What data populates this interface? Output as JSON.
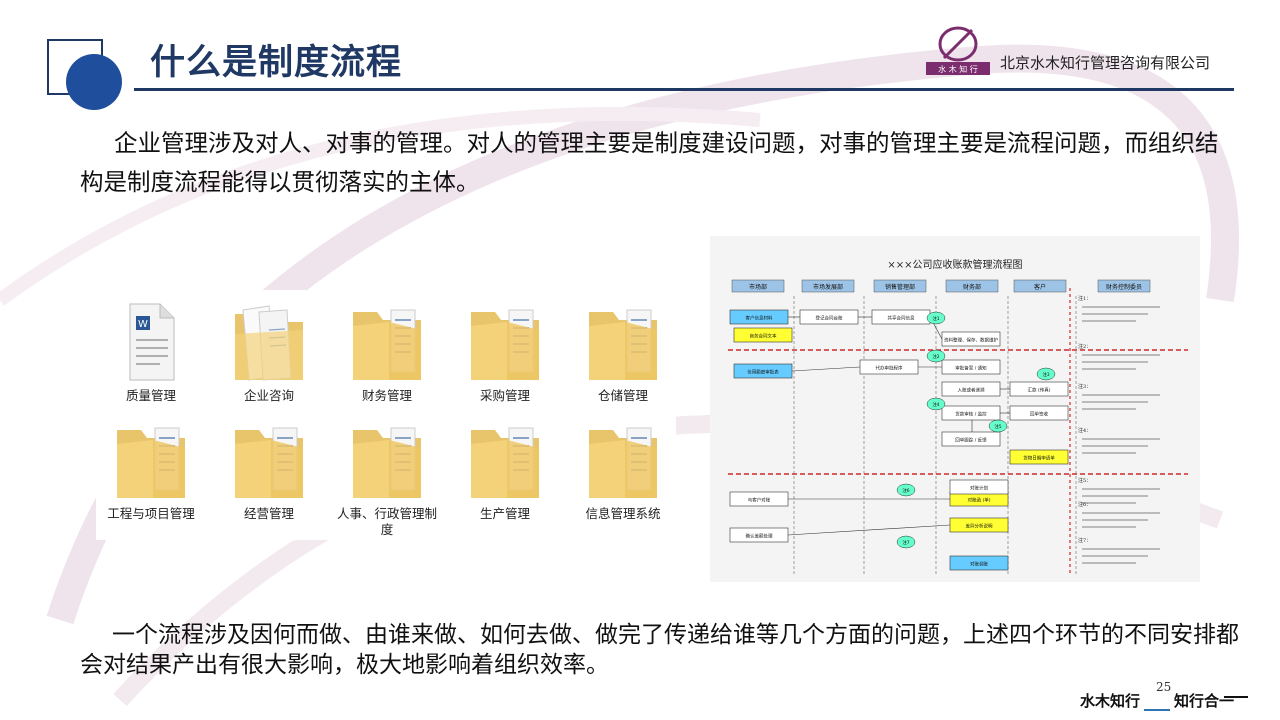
{
  "header": {
    "title": "什么是制度流程",
    "company": "北京水木知行管理咨询有限公司",
    "logo_text": "水 木 知 行"
  },
  "paragraphs": {
    "intro": "企业管理涉及对人、对事的管理。对人的管理主要是制度建设问题，对事的管理主要是流程问题，而组织结构是制度流程能得以贯彻落实的主体。",
    "conclusion": "一个流程涉及因何而做、由谁来做、如何去做、做完了传递给谁等几个方面的问题，上述四个环节的不同安排都会对结果产出有很大影响，极大地影响着组织效率。"
  },
  "folders": [
    {
      "label": "质量管理",
      "icon": "document-file-icon"
    },
    {
      "label": "企业咨询",
      "icon": "open-folder-icon"
    },
    {
      "label": "财务管理",
      "icon": "folder-icon"
    },
    {
      "label": "采购管理",
      "icon": "folder-icon"
    },
    {
      "label": "仓储管理",
      "icon": "folder-icon"
    },
    {
      "label": "工程与项目管理",
      "icon": "folder-icon"
    },
    {
      "label": "经营管理",
      "icon": "folder-icon"
    },
    {
      "label": "人事、行政管理制度",
      "icon": "folder-icon"
    },
    {
      "label": "生产管理",
      "icon": "folder-icon"
    },
    {
      "label": "信息管理系统",
      "icon": "folder-icon"
    }
  ],
  "flowchart": {
    "title": "×××公司应收账款管理流程图",
    "columns": [
      "市场部",
      "市场发展部",
      "销售管理部",
      "财务部",
      "客户",
      "财务控制委员"
    ],
    "note_labels": [
      "注1",
      "注2",
      "注3",
      "注4",
      "注5",
      "注6",
      "注7"
    ],
    "boxes": [
      "客户信息材料",
      "商务合同文本",
      "登记合同台账",
      "共享合同信息",
      "资料整理、保存、数据维护",
      "信用额度审批表",
      "代办审批程序",
      "审批备案 / 通知",
      "入账或者递溯",
      "汇款 (传真)",
      "货款审核 / 监控",
      "回单签收",
      "回单跟踪 / 反馈",
      "货物日期申请单",
      "对账函 (单)",
      "差异分析说明",
      "对账计划",
      "与客户对账",
      "确认差额处理",
      "对账调账"
    ],
    "notes_panel": [
      "注1：",
      "注2：",
      "注3：",
      "注4：",
      "注5：",
      "注6：",
      "注7："
    ]
  },
  "footer": {
    "left": "水木知行",
    "right": "知行合一",
    "page": "25"
  },
  "colors": {
    "title": "#1f3864",
    "accent_blue": "#1f4e9c",
    "swirl": "#e9dde6",
    "folder": "#f4d27a",
    "flow_yellow": "#ffff33",
    "flow_blue": "#66ccff"
  }
}
